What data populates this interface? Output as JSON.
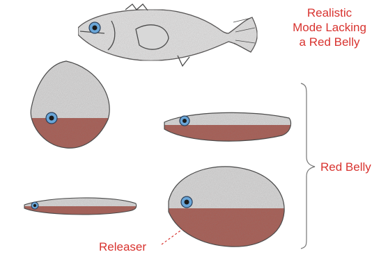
{
  "labels": {
    "realistic_line1": "Realistic",
    "realistic_line2": "Mode Lacking",
    "realistic_line3": "a Red Belly",
    "red_belly": "Red Belly",
    "releaser": "Releaser"
  },
  "colors": {
    "label_red": "#d8332f",
    "belly_red": "#a85a50",
    "body_grey": "#d6d6d6",
    "outline": "#4a4a4a",
    "eye_blue": "#6aa6d8"
  }
}
